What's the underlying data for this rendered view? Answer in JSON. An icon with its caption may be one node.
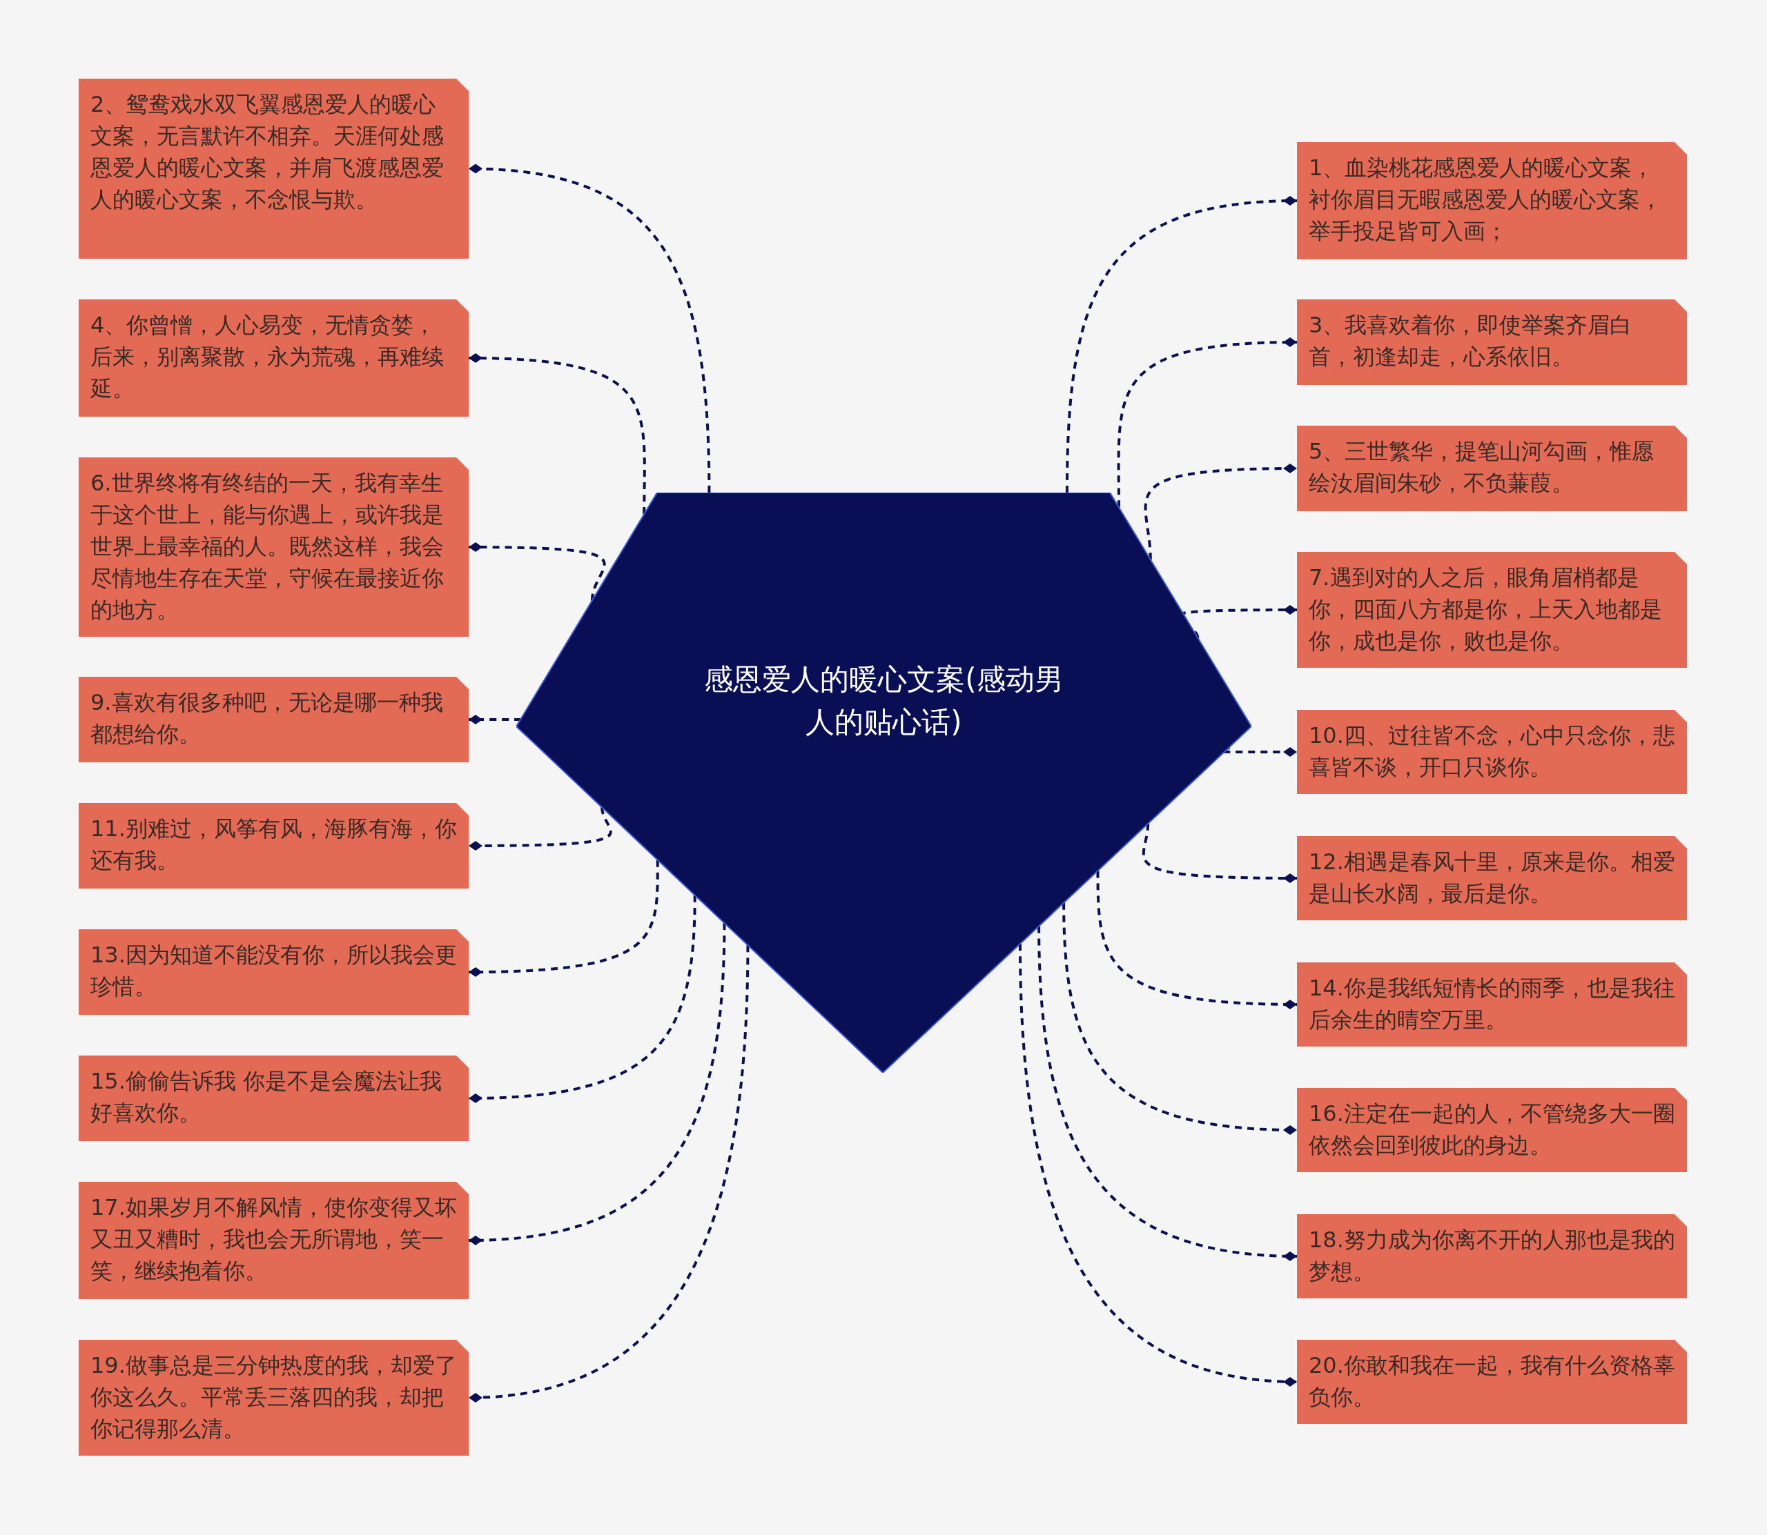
{
  "diagram": {
    "nodes": [
      {
        "text": [
          "感恩爱人的暖心文案(感动男人的贴心话)"
        ]
      },
      {
        "text": [
          "1、血染桃花感恩爱人的暖心文案，衬你眉目无暇感恩爱人的暖心文案，举手投足皆可入画；"
        ]
      },
      {
        "text": [
          "2、鸳鸯戏水双飞翼感恩爱人的暖心文案，无言默许不相弃。天涯何处感恩爱人的暖心文案，并肩飞渡感恩爱人的暖心文案，不念恨与欺。"
        ]
      },
      {
        "text": [
          "3、我喜欢着你，即使举案齐眉白首，初逢却走，心系依旧。"
        ]
      },
      {
        "text": [
          "4、你曾憎，人心易变，无情贪婪，后来，别离聚散，永为荒魂，再难续延。"
        ]
      },
      {
        "text": [
          "5、三世繁华，提笔山河勾画，惟愿绘汝眉间朱砂，不负蒹葭。"
        ]
      },
      {
        "text": [
          "6.世界终将有终结的一天，我有幸生于这个世上，能与你遇上，或许我是世界上最幸福的人。既然这样，我会尽情地生存在天堂，守候在最接近你的地方。"
        ]
      },
      {
        "text": [
          "7.遇到对的人之后，眼角眉梢都是你，四面八方都是你，上天入地都是你，成也是你，败也是你。"
        ]
      },
      {
        "text": [
          "9.喜欢有很多种吧，无论是哪一种我都想给你。"
        ]
      },
      {
        "text": [
          "10.四、过往皆不念，心中只念你，悲喜皆不谈，开口只谈你。"
        ]
      },
      {
        "text": [
          "11.别难过，风筝有风，海豚有海，你还有我。"
        ]
      },
      {
        "text": [
          "12.相遇是春风十里，原来是你。相爱是山长水阔，最后是你。"
        ]
      },
      {
        "text": [
          "13.因为知道不能没有你，所以我会更珍惜。"
        ]
      },
      {
        "text": [
          "14.你是我纸短情长的雨季，也是我往后余生的晴空万里。"
        ]
      },
      {
        "text": [
          "15.偷偷告诉我 你是不是会魔法让我好喜欢你。"
        ]
      },
      {
        "text": [
          "16.注定在一起的人，不管绕多大一圈依然会回到彼此的身边。"
        ]
      },
      {
        "text": [
          "17.如果岁月不解风情，使你变得又坏又丑又糟时，我也会无所谓地，笑一笑，继续抱着你。"
        ]
      },
      {
        "text": [
          "18.努力成为你离不开的人那也是我的梦想。"
        ]
      },
      {
        "text": [
          "19.做事总是三分钟热度的我，却爱了你这么久。平常丢三落四的我，却把你记得那么清。"
        ]
      },
      {
        "text": [
          "20.你敢和我在一起，我有什么资格辜负你。"
        ]
      }
    ],
    "edges": [
      {
        "from": 0,
        "to": 1,
        "arrow": "other",
        "style": "dashed"
      },
      {
        "from": 0,
        "to": 2,
        "arrow": "other",
        "style": "dashed"
      },
      {
        "from": 0,
        "to": 3,
        "arrow": "other",
        "style": "dashed"
      },
      {
        "from": 0,
        "to": 4,
        "arrow": "other",
        "style": "dashed"
      },
      {
        "from": 0,
        "to": 5,
        "arrow": "other",
        "style": "dashed"
      },
      {
        "from": 0,
        "to": 6,
        "arrow": "other",
        "style": "dashed"
      },
      {
        "from": 0,
        "to": 7,
        "arrow": "other",
        "style": "dashed"
      },
      {
        "from": 0,
        "to": 8,
        "arrow": "other",
        "style": "dashed"
      },
      {
        "from": 0,
        "to": 9,
        "arrow": "other",
        "style": "dashed"
      },
      {
        "from": 0,
        "to": 10,
        "arrow": "other",
        "style": "dashed"
      },
      {
        "from": 0,
        "to": 11,
        "arrow": "other",
        "style": "dashed"
      },
      {
        "from": 0,
        "to": 12,
        "arrow": "other",
        "style": "dashed"
      },
      {
        "from": 0,
        "to": 13,
        "arrow": "other",
        "style": "dashed"
      },
      {
        "from": 0,
        "to": 14,
        "arrow": "other",
        "style": "dashed"
      },
      {
        "from": 0,
        "to": 15,
        "arrow": "other",
        "style": "dashed"
      },
      {
        "from": 0,
        "to": 16,
        "arrow": "other",
        "style": "dashed"
      },
      {
        "from": 0,
        "to": 17,
        "arrow": "other",
        "style": "dashed"
      },
      {
        "from": 0,
        "to": 18,
        "arrow": "other",
        "style": "dashed"
      },
      {
        "from": 0,
        "to": 19,
        "arrow": "other",
        "style": "dashed"
      }
    ]
  }
}
